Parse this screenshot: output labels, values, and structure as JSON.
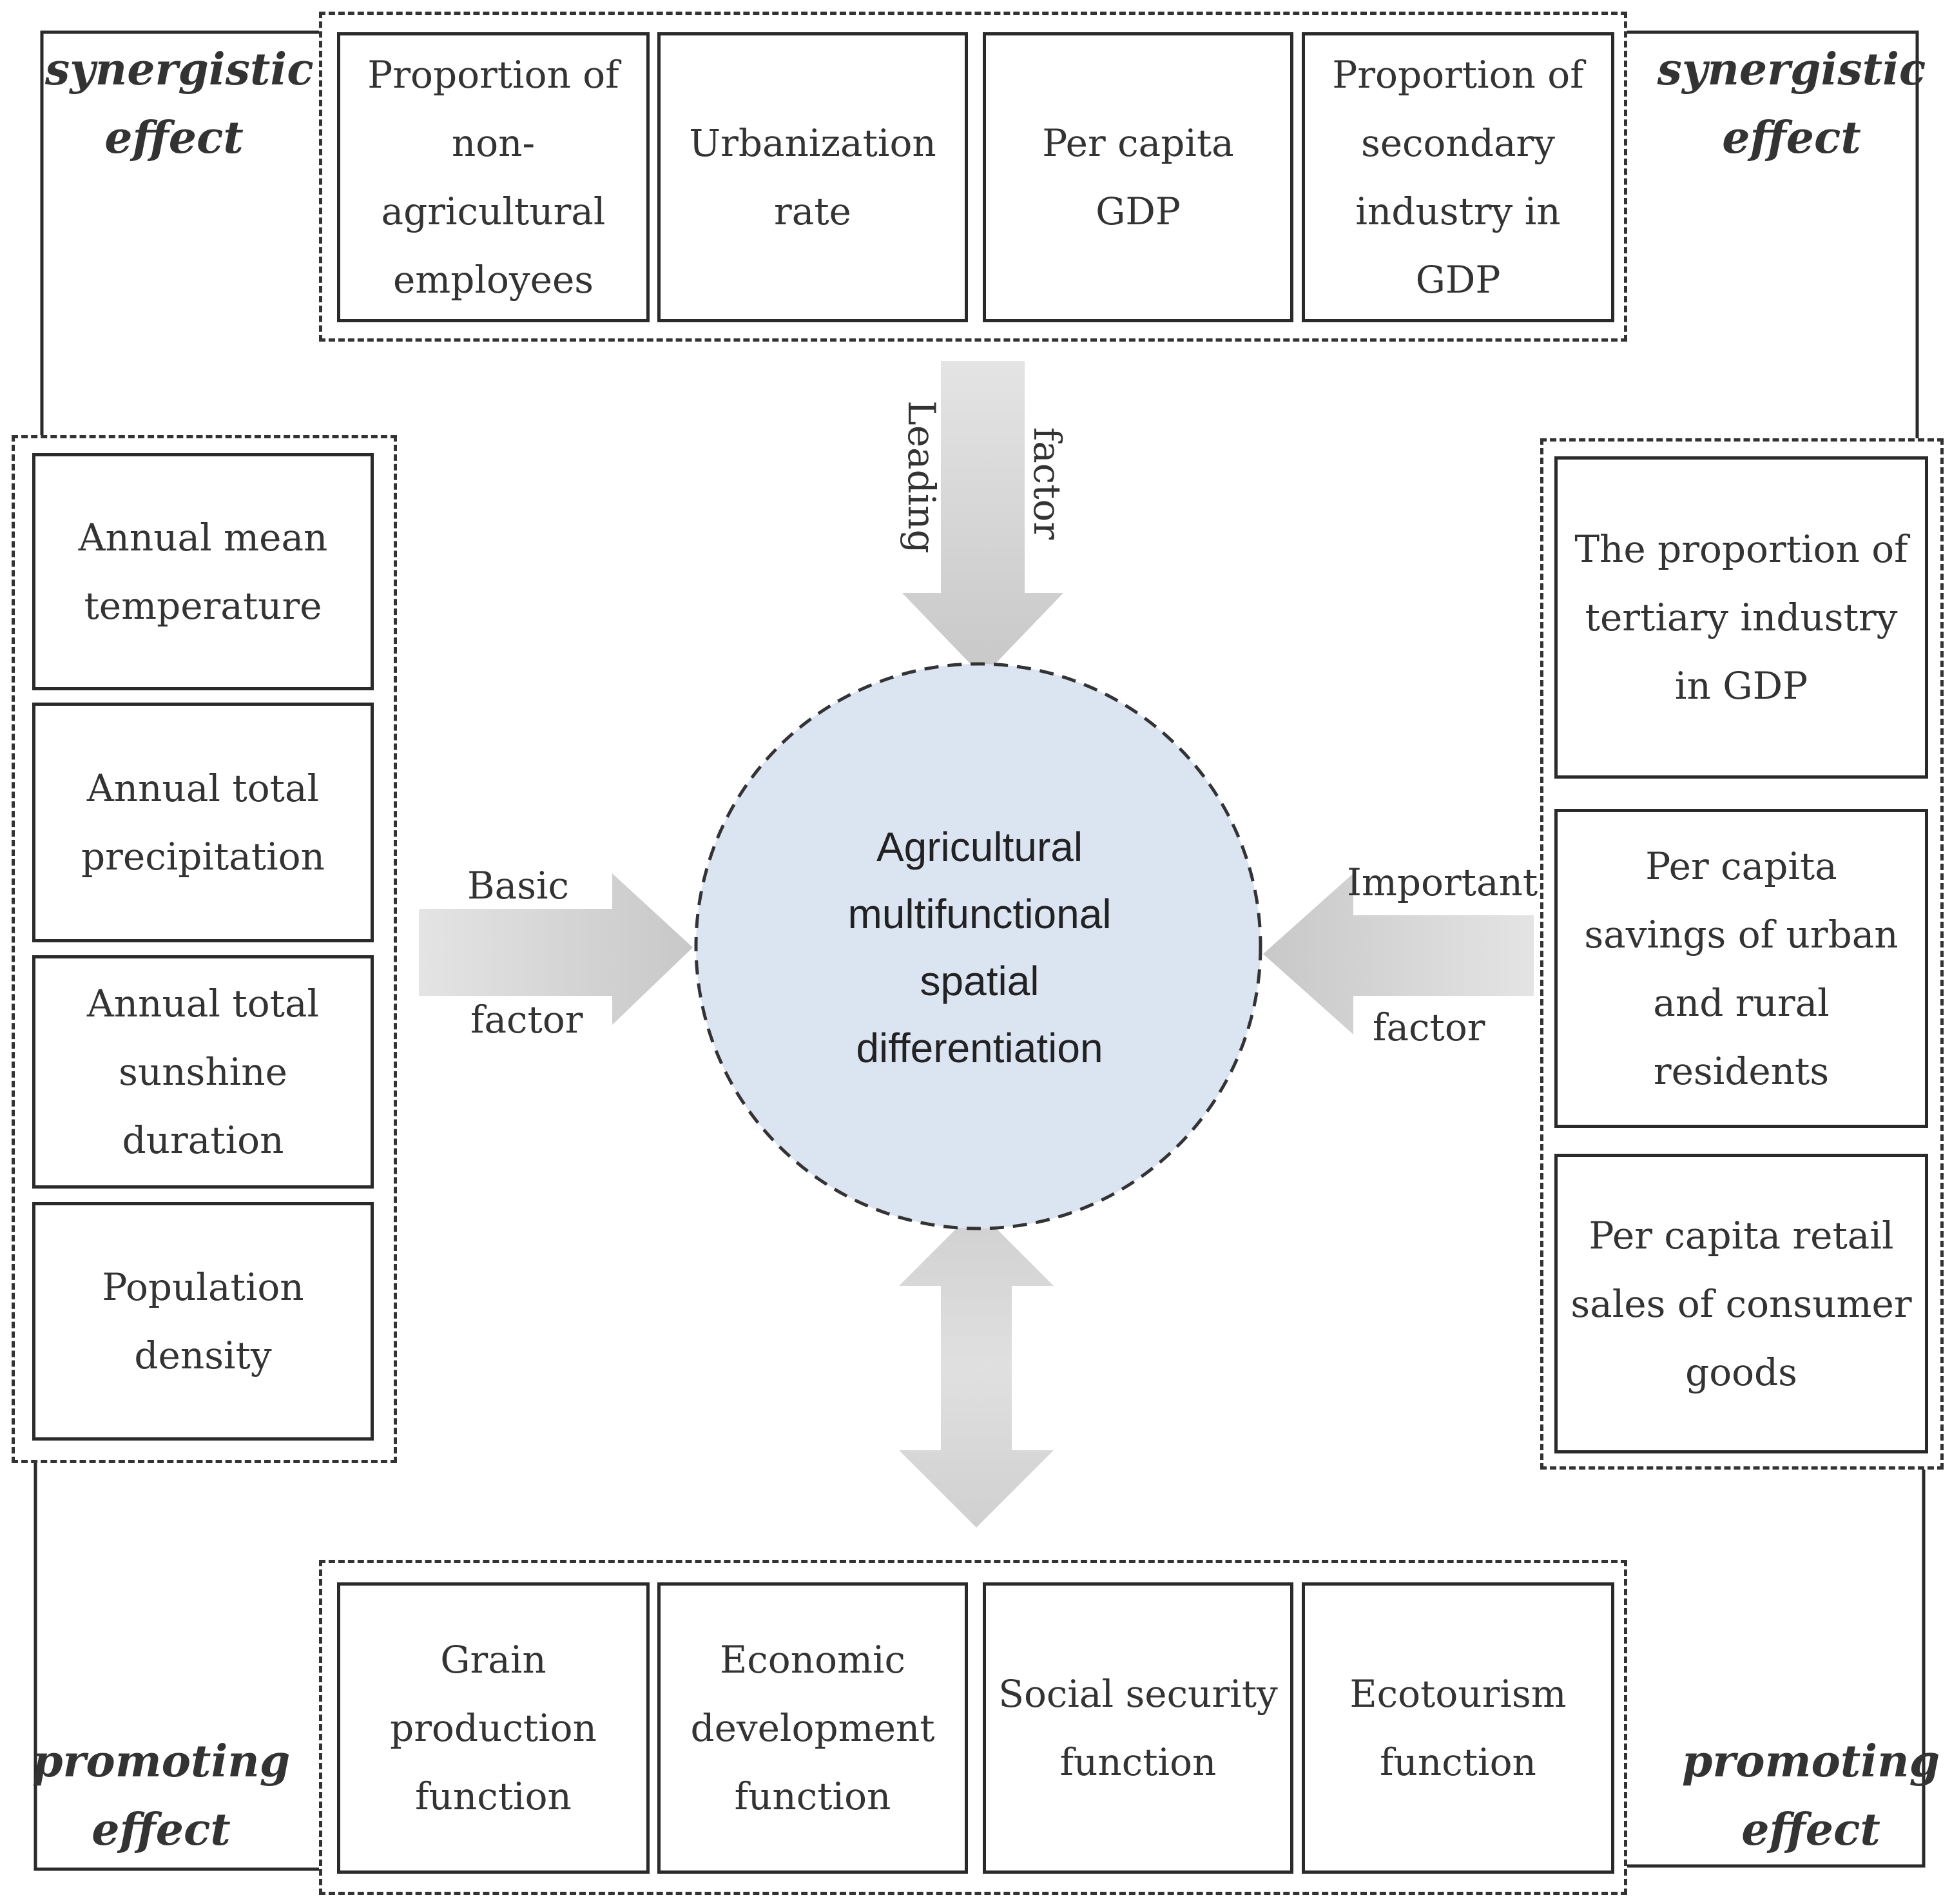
{
  "center": {
    "label": "Agricultural\nmultifunctional\nspatial\ndifferentiation",
    "fill": "#dbe5f1"
  },
  "top_group": {
    "items": [
      "Proportion of non-agricultural employees",
      "Urbanization rate",
      "Per capita GDP",
      "Proportion of secondary industry in GDP"
    ]
  },
  "left_group": {
    "items": [
      "Annual mean temperature",
      "Annual total precipitation",
      "Annual total sunshine duration",
      "Population density"
    ]
  },
  "right_group": {
    "items": [
      "The proportion of tertiary industry in GDP",
      "Per capita savings of urban and rural residents",
      "Per capita retail sales of consumer goods"
    ]
  },
  "bottom_group": {
    "items": [
      "Grain production function",
      "Economic development function",
      "Social security function",
      "Ecotourism function"
    ]
  },
  "effects": {
    "top_left": "synergistic\neffect",
    "top_right": "synergistic\neffect",
    "bottom_left": "promoting\neffect",
    "bottom_right": "promoting\neffect"
  },
  "arrows": {
    "leading": {
      "word1": "Leading",
      "word2": "factor"
    },
    "basic": {
      "word1": "Basic",
      "word2": "factor"
    },
    "important": {
      "word1": "Important",
      "word2": "factor"
    }
  },
  "colors": {
    "arrow_fill": "#d4d4d4",
    "line": "#2a2a2a"
  }
}
